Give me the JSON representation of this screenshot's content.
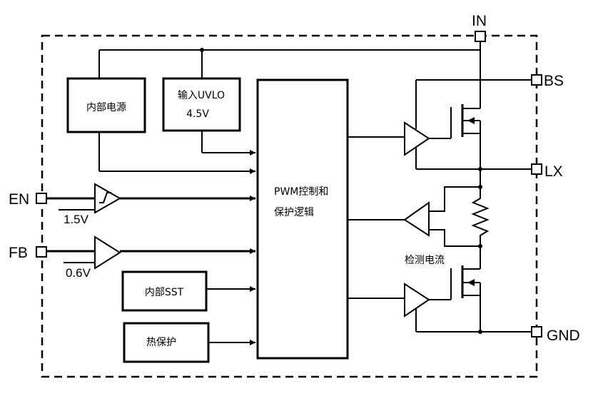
{
  "pins": {
    "in": "IN",
    "bs": "BS",
    "lx": "LX",
    "en": "EN",
    "fb": "FB",
    "gnd": "GND"
  },
  "blocks": {
    "internal_power": "内部电源",
    "uvlo_line1": "输入UVLO",
    "uvlo_line2": "4.5V",
    "pwm_line1": "PWM控制和",
    "pwm_line2": "保护逻辑",
    "internal_sst": "内部SST",
    "thermal_protection": "热保护"
  },
  "labels": {
    "en_threshold": "1.5V",
    "fb_reference": "0.6V",
    "current_sense": "检测电流"
  }
}
